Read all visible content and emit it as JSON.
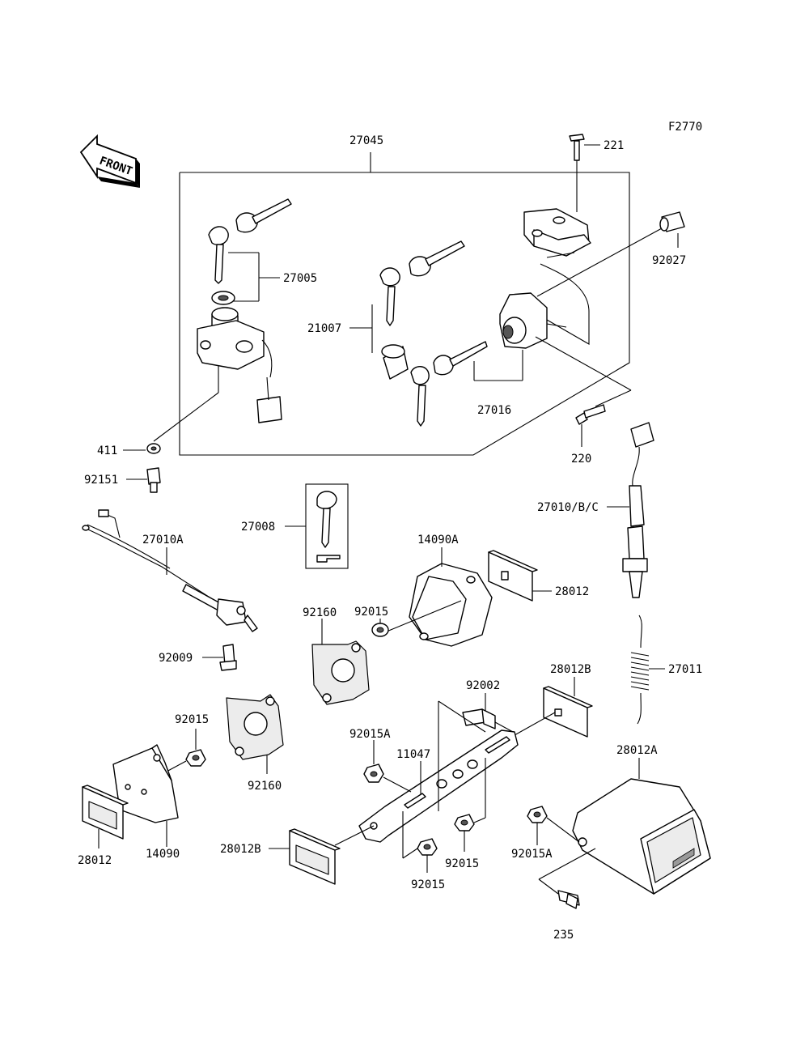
{
  "figure": {
    "code": "F2770"
  },
  "front_arrow": {
    "text": "FRONT",
    "icon": "front-direction-arrow-icon"
  },
  "callouts": {
    "c27045": "27045",
    "c221": "221",
    "c92027": "92027",
    "c27005": "27005",
    "c21007": "21007",
    "c27016": "27016",
    "c411": "411",
    "c220": "220",
    "c92151": "92151",
    "c27010bc": "27010/B/C",
    "c27008": "27008",
    "c27010a": "27010A",
    "c14090a": "14090A",
    "c28012_top": "28012",
    "c92160_top": "92160",
    "c92015_top": "92015",
    "c92009": "92009",
    "c27011": "27011",
    "c28012b_right": "28012B",
    "c92002": "92002",
    "c92015_left": "92015",
    "c92015a_mid": "92015A",
    "c11047": "11047",
    "c28012a": "28012A",
    "c92160_bottom": "92160",
    "c28012_bottom": "28012",
    "c14090": "14090",
    "c28012b_left": "28012B",
    "c92015_bot1": "92015",
    "c92015_bot2": "92015",
    "c92015a_right": "92015A",
    "c235": "235"
  }
}
